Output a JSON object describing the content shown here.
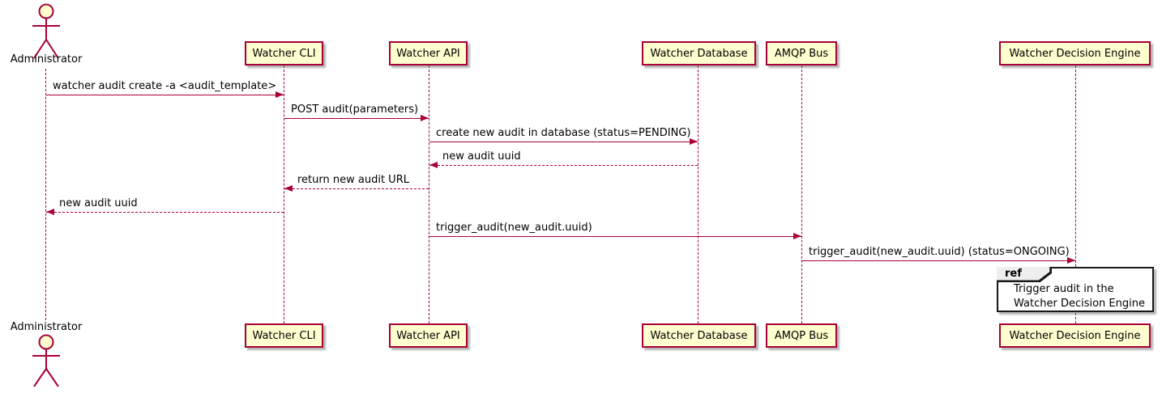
{
  "diagram": {
    "type": "uml-sequence-diagram",
    "colors": {
      "participant_fill": "#FEFECE",
      "stroke": "#A80036",
      "ref_border": "#181818",
      "ref_tab_fill": "#EEEEEE",
      "text": "#000000",
      "background": "#FFFFFF"
    },
    "actor": {
      "name": "Administrator"
    },
    "participants": [
      {
        "label": "Watcher CLI"
      },
      {
        "label": "Watcher API"
      },
      {
        "label": "Watcher Database"
      },
      {
        "label": "AMQP Bus"
      },
      {
        "label": "Watcher Decision Engine"
      }
    ],
    "messages": [
      {
        "from": "Administrator",
        "to": "Watcher CLI",
        "style": "solid",
        "label": "watcher audit create -a <audit_template>"
      },
      {
        "from": "Watcher CLI",
        "to": "Watcher API",
        "style": "solid",
        "label": "POST audit(parameters)"
      },
      {
        "from": "Watcher API",
        "to": "Watcher Database",
        "style": "solid",
        "label": "create new audit in database (status=PENDING)"
      },
      {
        "from": "Watcher Database",
        "to": "Watcher API",
        "style": "dashed",
        "label": "new audit uuid"
      },
      {
        "from": "Watcher API",
        "to": "Watcher CLI",
        "style": "dashed",
        "label": "return new audit URL"
      },
      {
        "from": "Watcher CLI",
        "to": "Administrator",
        "style": "dashed",
        "label": "new audit uuid"
      },
      {
        "from": "Watcher API",
        "to": "AMQP Bus",
        "style": "solid",
        "label": "trigger_audit(new_audit.uuid)"
      },
      {
        "from": "AMQP Bus",
        "to": "Watcher Decision Engine",
        "style": "solid",
        "label": "trigger_audit(new_audit.uuid) (status=ONGOING)"
      }
    ],
    "ref": {
      "keyword": "ref",
      "over": "Watcher Decision Engine",
      "lines": [
        "Trigger audit in the",
        "Watcher Decision Engine"
      ]
    }
  }
}
